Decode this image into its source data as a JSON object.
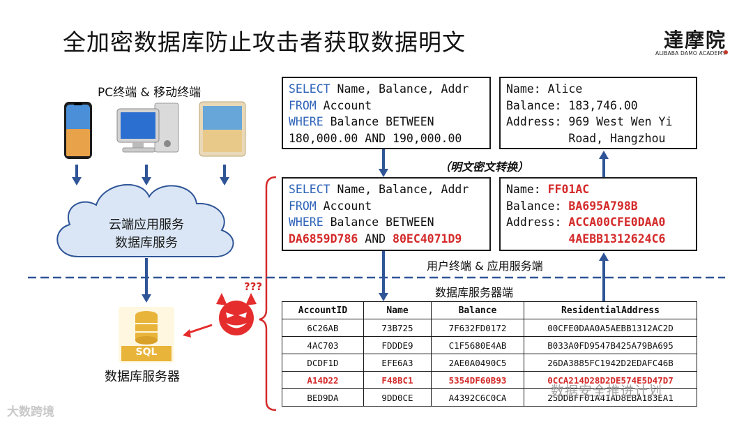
{
  "title": "全加密数据库防止攻击者获取数据明文",
  "logo": {
    "cn": "達摩院",
    "en": "ALIBABA DAMO ACADEMY"
  },
  "client_label": "PC终端 & 移动终端",
  "cloud_label_1": "云端应用服务",
  "cloud_label_2": "数据库服务",
  "db_icon_label": "SQL",
  "db_server_label": "数据库服务器",
  "attacker_marks": "???",
  "conversion_label": "（明文密文转换）",
  "layer_top_label": "用户终端 & 应用服务端",
  "layer_bottom_label": "数据库服务器端",
  "plain_query": {
    "kw1": "SELECT",
    "t1": " Name, Balance, Addr",
    "kw2": "FROM",
    "t2": " Account",
    "kw3": "WHERE",
    "t3": " Balance BETWEEN",
    "t4": "180,000.00 AND 190,000.00"
  },
  "enc_query": {
    "kw1": "SELECT",
    "t1": " Name, Balance, Addr",
    "kw2": "FROM",
    "t2": " Account",
    "kw3": "WHERE",
    "t3": " Balance BETWEEN",
    "c1": "DA6859D786",
    "and": " AND ",
    "c2": "80EC4071D9"
  },
  "plain_result": {
    "l1": "Name: Alice",
    "l2": "Balance: 183,746.00",
    "l3": "Address: 969 West Wen Yi",
    "l4": "         Road, Hangzhou"
  },
  "enc_result": {
    "k1": "Name: ",
    "v1": "FF01AC",
    "k2": "Balance: ",
    "v2": "BA695A798B",
    "k3": "Address: ",
    "v3": "ACCA00CFE0DAA0",
    "k4": "         ",
    "v4": "4AEBB1312624C6"
  },
  "table": {
    "headers": [
      "AccountID",
      "Name",
      "Balance",
      "ResidentialAddress"
    ],
    "rows": [
      [
        "6C26AB",
        "73B725",
        "7F632FD0172",
        "00CFE0DAA0A5AEBB1312AC2D"
      ],
      [
        "4AC703",
        "FDDDE9",
        "C1F5680E4AB",
        "B033A0FD9547B425A79BA695"
      ],
      [
        "DCDF1D",
        "EFE6A3",
        "2AE0A0490C5",
        "26DA3885FC1942D2EDAFC46B"
      ],
      [
        "A14D22",
        "F48BC1",
        "5354DF60B93",
        "0CCA214D28D2DE574E5D47D7"
      ],
      [
        "BED9DA",
        "9DD0CE",
        "A4392C6C0CA",
        "25DDBFF01A41AD8EBA183EA1"
      ]
    ]
  },
  "watermark_left": "大数跨境",
  "watermark_right": "数据安全推进计划",
  "colors": {
    "arrow": "#2f5597",
    "accent_red": "#d42a2a",
    "keyword": "#2e63b8",
    "cloud_fill": "#dae6f5",
    "db_gold": "#e9b43a"
  }
}
